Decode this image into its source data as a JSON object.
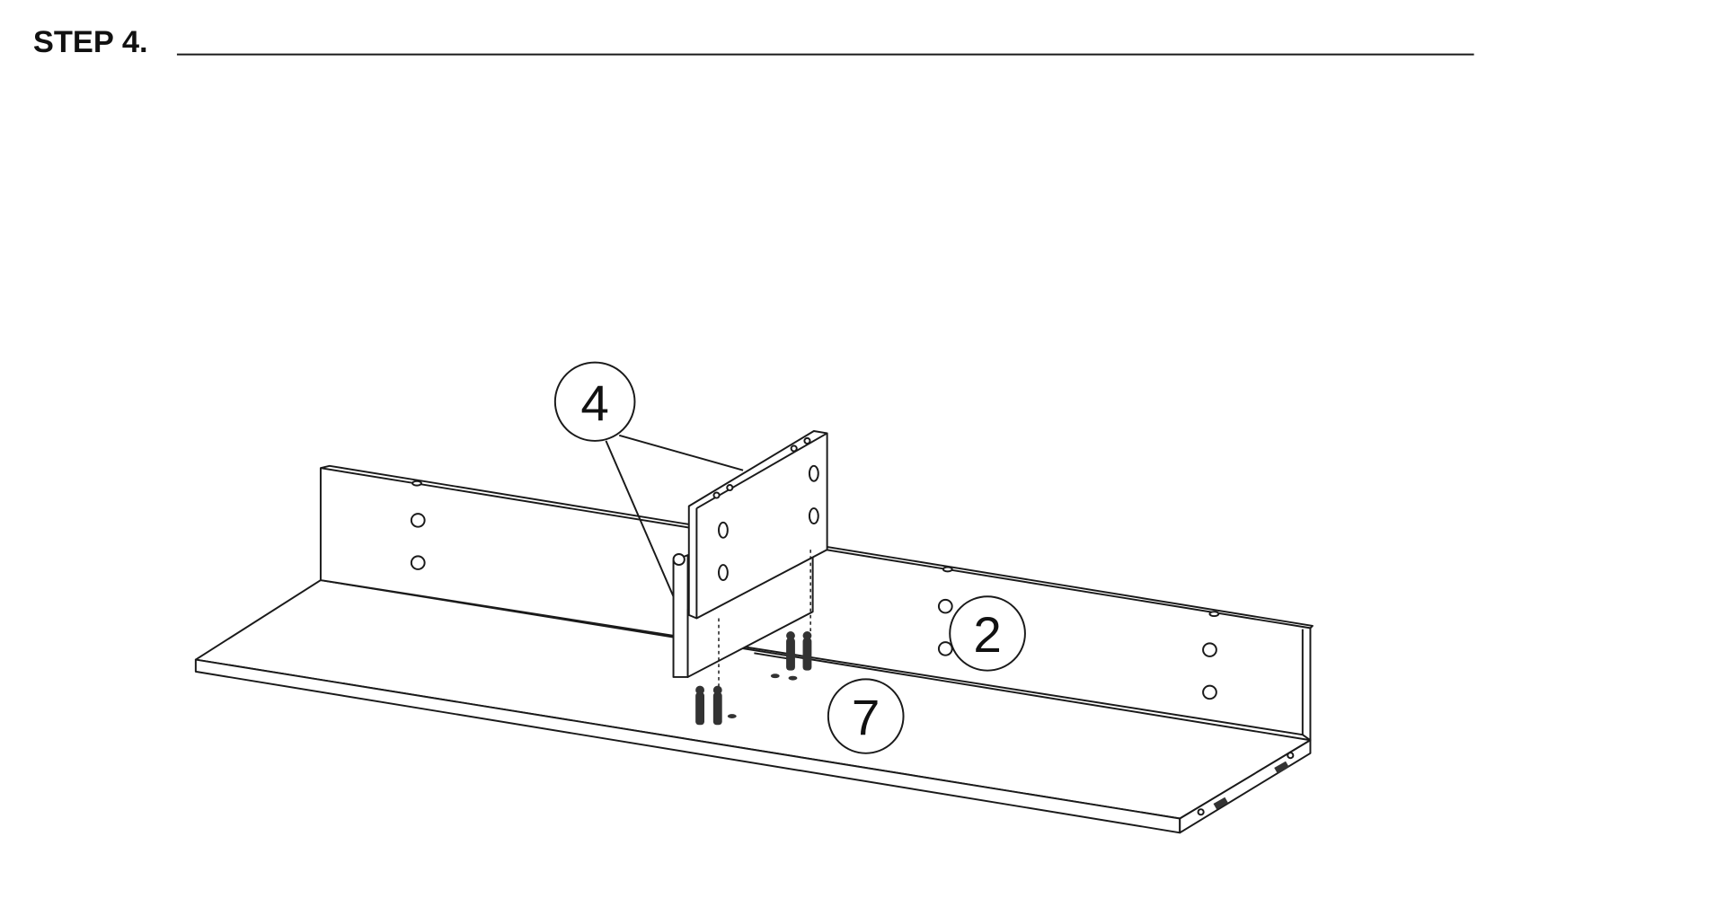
{
  "step": {
    "title": "STEP 4."
  },
  "callouts": {
    "part_4": "4",
    "part_2": "2",
    "part_7": "7"
  }
}
